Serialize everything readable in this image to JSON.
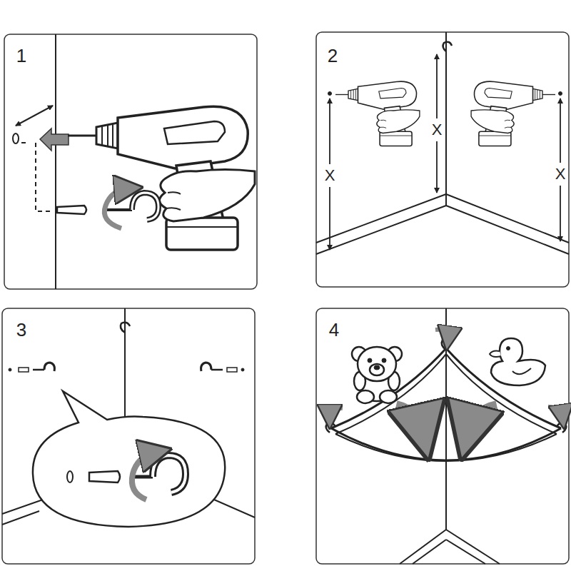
{
  "diagram": {
    "labels": [
      "1",
      "2",
      "X",
      "X",
      "X",
      "3",
      "4"
    ]
  }
}
